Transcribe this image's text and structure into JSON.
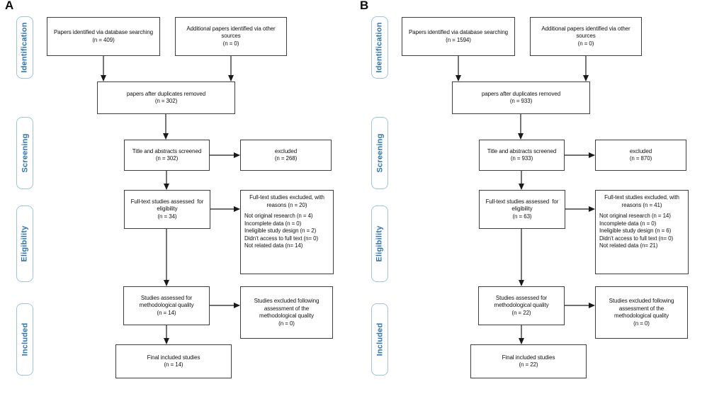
{
  "colors": {
    "background": "#ffffff",
    "stage_border": "#9dc3e6",
    "stage_text": "#2e74b5",
    "box_border": "#3f3f3f",
    "box_text": "#111111",
    "arrow": "#1a1a1a"
  },
  "stages": {
    "identification": "Identification",
    "screening": "Screening",
    "eligibility": "Eligibility",
    "included": "Included"
  },
  "panel_a": {
    "letter": "A",
    "boxes": {
      "database_search": "Papers identified via database searching\n(n = 409)",
      "other_sources": "Additional papers identified via other\nsources\n(n = 0)",
      "duplicates_removed": "papers after duplicates removed\n(n = 302)",
      "title_abstract_screened": "Title and abstracts screened\n(n = 302)",
      "excluded": "excluded\n(n = 268)",
      "fulltext_assessed": "Full-text studies assessed  for\neligibility\n(n = 34)",
      "fulltext_excluded_header": "Full-text studies excluded, with\nreasons (n = 20)",
      "fulltext_excluded_reasons": "Not original research (n = 4)\nIncomplete data (n = 0)\nIneligible study design (n = 2)\nDidn’t access to full text (n= 0)\nNot related data (n= 14)",
      "quality_assessed": "Studies assessed for\nmethodological quality\n(n = 14)",
      "quality_excluded": "Studies excluded following\nassessment of the\nmethodological quality\n(n = 0)",
      "final_included": "Final included studies\n(n = 14)"
    }
  },
  "panel_b": {
    "letter": "B",
    "boxes": {
      "database_search": "Papers identified via database searching\n(n = 1594)",
      "other_sources": "Additional papers identified via other\nsources\n(n = 0)",
      "duplicates_removed": "papers after duplicates removed\n(n = 933)",
      "title_abstract_screened": "Title and abstracts screened\n(n = 933)",
      "excluded": "excluded\n(n = 870)",
      "fulltext_assessed": "Full-text studies assessed  for\neligibility\n(n = 63)",
      "fulltext_excluded_header": "Full-text studies excluded, with\nreasons (n = 41)",
      "fulltext_excluded_reasons": "Not original research (n = 14)\nIncomplete data (n = 0)\nIneligible study design (n = 6)\nDidn’t access to full text (n= 0)\nNot related data (n= 21)",
      "quality_assessed": "Studies assessed for\nmethodological quality\n(n = 22)",
      "quality_excluded": "Studies excluded following\nassessment of the\nmethodological quality\n(n = 0)",
      "final_included": "Final included studies\n(n = 22)"
    }
  }
}
